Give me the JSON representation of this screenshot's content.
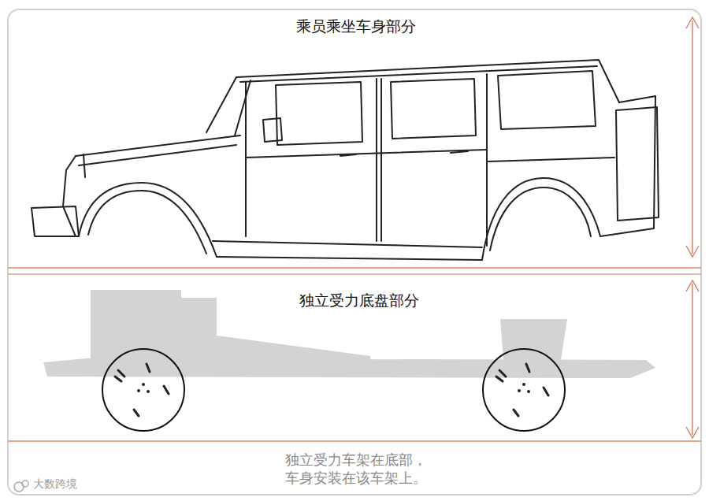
{
  "diagram": {
    "caption": "独立受力车架在底部， 车身安装在该车架上。",
    "nodes": [
      {
        "text": [
          "乘员乘坐车身部分"
        ]
      },
      {
        "text": [
          "独立受力底盘部分"
        ]
      }
    ],
    "labels": [
      "大数跨境"
    ]
  }
}
